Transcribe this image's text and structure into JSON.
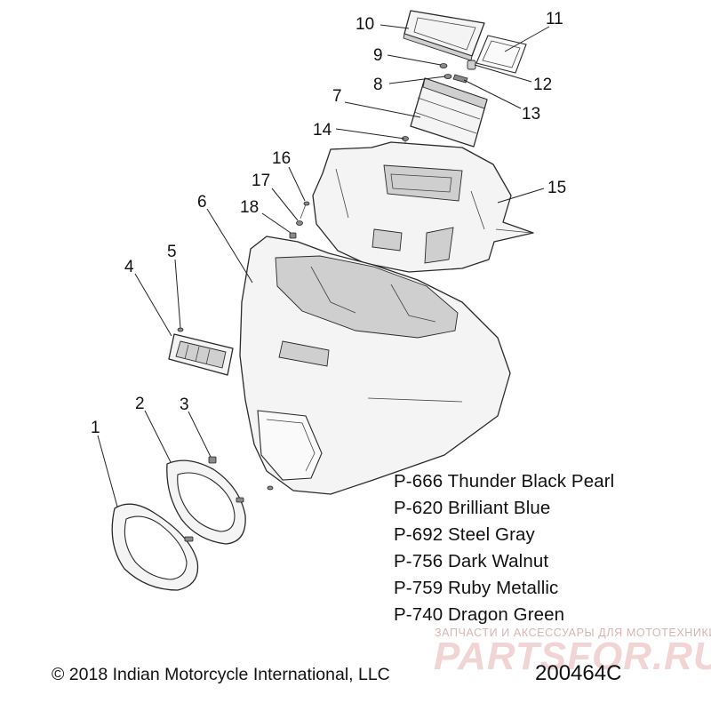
{
  "callouts": [
    "1",
    "2",
    "3",
    "4",
    "5",
    "6",
    "7",
    "8",
    "9",
    "10",
    "11",
    "12",
    "13",
    "14",
    "15",
    "16",
    "17",
    "18"
  ],
  "color_options": [
    {
      "code": "P-666",
      "name": "Thunder Black Pearl"
    },
    {
      "code": "P-620",
      "name": "Brilliant Blue"
    },
    {
      "code": "P-692",
      "name": "Steel Gray"
    },
    {
      "code": "P-756",
      "name": "Dark Walnut"
    },
    {
      "code": "P-759",
      "name": "Ruby Metallic"
    },
    {
      "code": "P-740",
      "name": "Dragon Green"
    }
  ],
  "copyright": "© 2018 Indian Motorcycle International, LLC",
  "drawing_number": "200464C",
  "watermark": {
    "tagline": "ЗАПЧАСТИ И АКСЕССУАРЫ ДЛЯ МОТОТЕХНИКИ",
    "brand": "PARTSFOR.RU"
  }
}
